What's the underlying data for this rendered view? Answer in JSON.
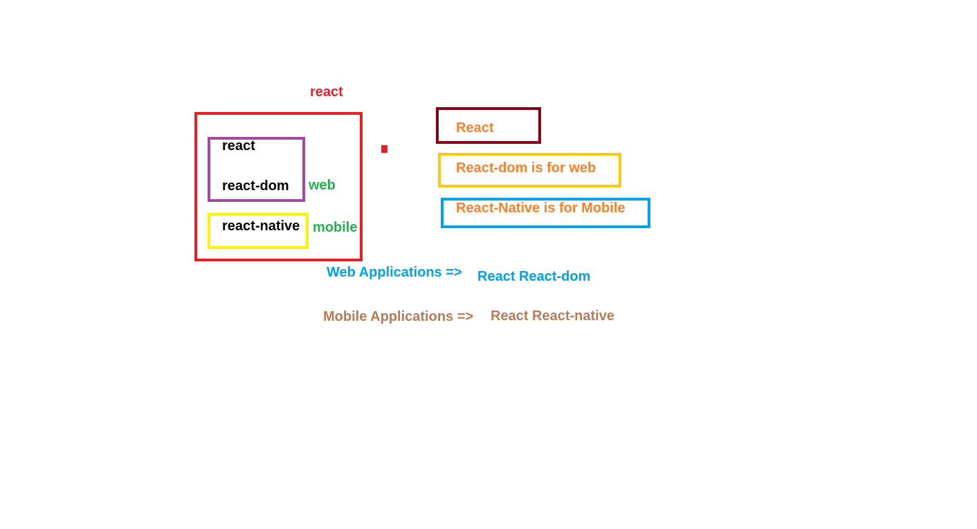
{
  "colors": {
    "red": "#ed1c24",
    "purple": "#a349a4",
    "yellow": "#fff200",
    "green": "#22b14c",
    "dark_red": "#880015",
    "gold": "#ffc90e",
    "blue": "#00a2e8",
    "orange": "#ff7f27",
    "brown": "#b97a57",
    "black": "#000000"
  },
  "left_diagram": {
    "title": "react",
    "core_box": {
      "item_react": "react",
      "item_react_dom": "react-dom"
    },
    "native_box": {
      "item_react_native": "react-native"
    },
    "web_label": "web",
    "mobile_label": "mobile"
  },
  "right_boxes": {
    "react": "React",
    "react_dom": "React-dom is for web",
    "react_native": "React-Native is for Mobile"
  },
  "applications": {
    "web_label": "Web Applications =>",
    "web_value": "React React-dom",
    "mobile_label": "Mobile Applications =>",
    "mobile_value": "React React-native"
  }
}
